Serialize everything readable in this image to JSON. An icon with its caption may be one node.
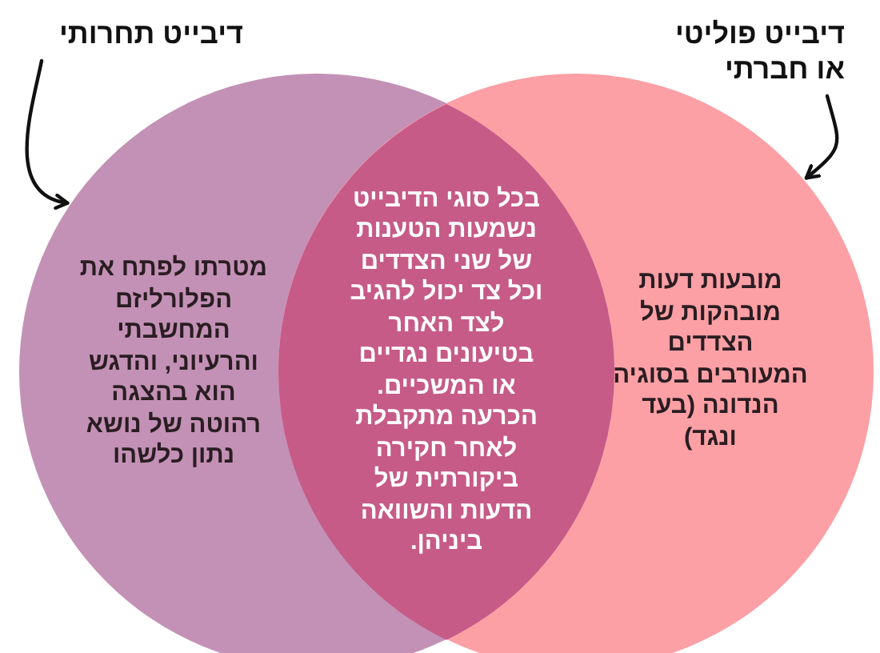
{
  "diagram": {
    "nodes": [
      {
        "text": [
          "דיבייט תחרותי"
        ]
      },
      {
        "text": [
          "מטרתו לפתח את הפלורליזם המחשבתי והרעיוני, והדגש הוא בהצגה רהוטה של נושא נתון כלשהו"
        ]
      },
      {
        "text": [
          "דיבייט פוליטי או חברתי"
        ]
      },
      {
        "text": [
          "מובעות דעות מובהקות של הצדדים המעורבים בסוגיה הנדונה (בעד ונגד)"
        ]
      },
      {
        "text": [
          "בכל סוגי הדיבייט נשמעות הטענות של שני הצדדים וכל צד יכול להגיב לצד האחר בטיעונים נגדיים או המשכיים. הכרעה מתקבלת לאחר חקירה ביקורתית של הדעות והשוואה ביניהן."
        ]
      }
    ],
    "edges": [
      {
        "from": 0,
        "to": 1,
        "arrow": "to"
      },
      {
        "from": 2,
        "to": 3,
        "arrow": "to"
      }
    ]
  }
}
